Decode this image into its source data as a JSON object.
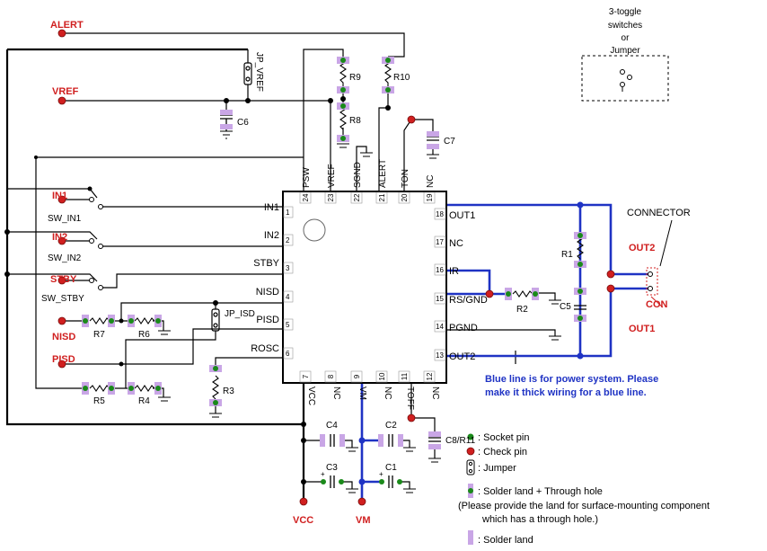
{
  "nets": {
    "alert": "ALERT",
    "vref": "VREF",
    "in1": "IN1",
    "in2": "IN2",
    "stby": "STBY",
    "nisd": "NISD",
    "pisd": "PISD",
    "vcc": "VCC",
    "vm": "VM",
    "out1": "OUT1",
    "out2": "OUT2",
    "con": "CON"
  },
  "switches": {
    "in1": "SW_IN1",
    "in2": "SW_IN2",
    "stby": "SW_STBY"
  },
  "jumpers": {
    "vref": "JP_VREF",
    "isd": "JP_ISD"
  },
  "components": {
    "r1": "R1",
    "r2": "R2",
    "r3": "R3",
    "r4": "R4",
    "r5": "R5",
    "r6": "R6",
    "r7": "R7",
    "r8": "R8",
    "r9": "R9",
    "r10": "R10",
    "c1": "C1",
    "c2": "C2",
    "c3": "C3",
    "c4": "C4",
    "c5": "C5",
    "c6": "C6",
    "c7": "C7",
    "c8": "C8/R11"
  },
  "chip": {
    "left_pins": [
      {
        "num": "1",
        "name": "IN1"
      },
      {
        "num": "2",
        "name": "IN2"
      },
      {
        "num": "3",
        "name": "STBY"
      },
      {
        "num": "4",
        "name": "NISD"
      },
      {
        "num": "5",
        "name": "PISD"
      },
      {
        "num": "6",
        "name": "ROSC"
      }
    ],
    "bottom_pins": [
      {
        "num": "7",
        "name": "VCC"
      },
      {
        "num": "8",
        "name": "NC"
      },
      {
        "num": "9",
        "name": "VM"
      },
      {
        "num": "10",
        "name": "NC"
      },
      {
        "num": "11",
        "name": "TOFF"
      },
      {
        "num": "12",
        "name": "NC"
      }
    ],
    "right_pins": [
      {
        "num": "18",
        "name": "OUT1"
      },
      {
        "num": "17",
        "name": "NC"
      },
      {
        "num": "16",
        "name": "IR"
      },
      {
        "num": "15",
        "name": "RS/GND"
      },
      {
        "num": "14",
        "name": "PGND"
      },
      {
        "num": "13",
        "name": "OUT2"
      }
    ],
    "top_pins": [
      {
        "num": "24",
        "name": "PSW"
      },
      {
        "num": "23",
        "name": "VREF"
      },
      {
        "num": "22",
        "name": "SGND"
      },
      {
        "num": "21",
        "name": "ALERT"
      },
      {
        "num": "20",
        "name": "TON"
      },
      {
        "num": "19",
        "name": "NC"
      }
    ]
  },
  "connector": "CONNECTOR",
  "toggle_box": {
    "line1": "3-toggle",
    "line2": "switches",
    "line3": "or",
    "line4": "Jumper"
  },
  "note": {
    "line1": "Blue line is for power system. Please",
    "line2": "make it thick wiring for a blue line."
  },
  "legend": {
    "socket_pin": ": Socket pin",
    "check_pin": ": Check pin",
    "jumper": ": Jumper",
    "solder_through": ": Solder land + Through hole",
    "solder_through_note1": "(Please provide the land for surface-mounting component",
    "solder_through_note2": "which has a through hole.)",
    "solder_land": ": Solder land"
  },
  "colors": {
    "power_wire": "#1f33c4",
    "check_pin": "#d01f1f",
    "socket_pin": "#1a8a1a",
    "solder_land": "#c9a6e6",
    "chip_border": "#000000"
  }
}
